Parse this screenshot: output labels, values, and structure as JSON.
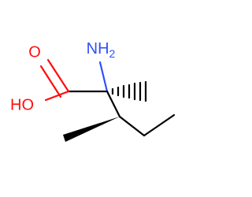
{
  "atoms": {
    "carbonyl_oxygen": "O",
    "hydroxyl_group": "HO",
    "amino_group_main": "NH",
    "amino_group_subscript": "2"
  },
  "colors": {
    "bond": "#000000",
    "oxygen": "#ff0d0d",
    "nitrogen": "#3050f8",
    "background": "#ffffff"
  }
}
